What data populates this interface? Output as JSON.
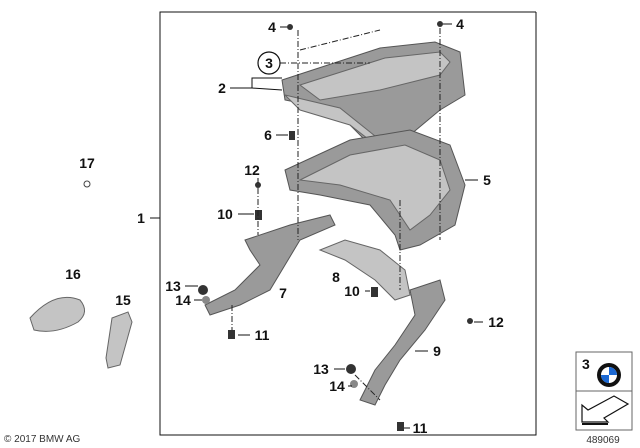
{
  "diagram": {
    "labels": {
      "p1": "1",
      "p2": "2",
      "p3": "3",
      "p4a": "4",
      "p4b": "4",
      "p5": "5",
      "p6": "6",
      "p7": "7",
      "p8": "8",
      "p9": "9",
      "p10a": "10",
      "p10b": "10",
      "p11a": "11",
      "p11b": "11",
      "p12a": "12",
      "p12b": "12",
      "p13a": "13",
      "p13b": "13",
      "p14a": "14",
      "p14b": "14",
      "p15": "15",
      "p16": "16",
      "p17": "17"
    },
    "copyright": "© 2017 BMW AG",
    "drawing_number": "489069",
    "legend_box": {
      "number": "3",
      "logo": "bmw-roundel",
      "arrow_icon": "arrow-icon"
    },
    "colors": {
      "part": "#9a9a9a",
      "bmw_blue": "#1c69d4"
    }
  }
}
